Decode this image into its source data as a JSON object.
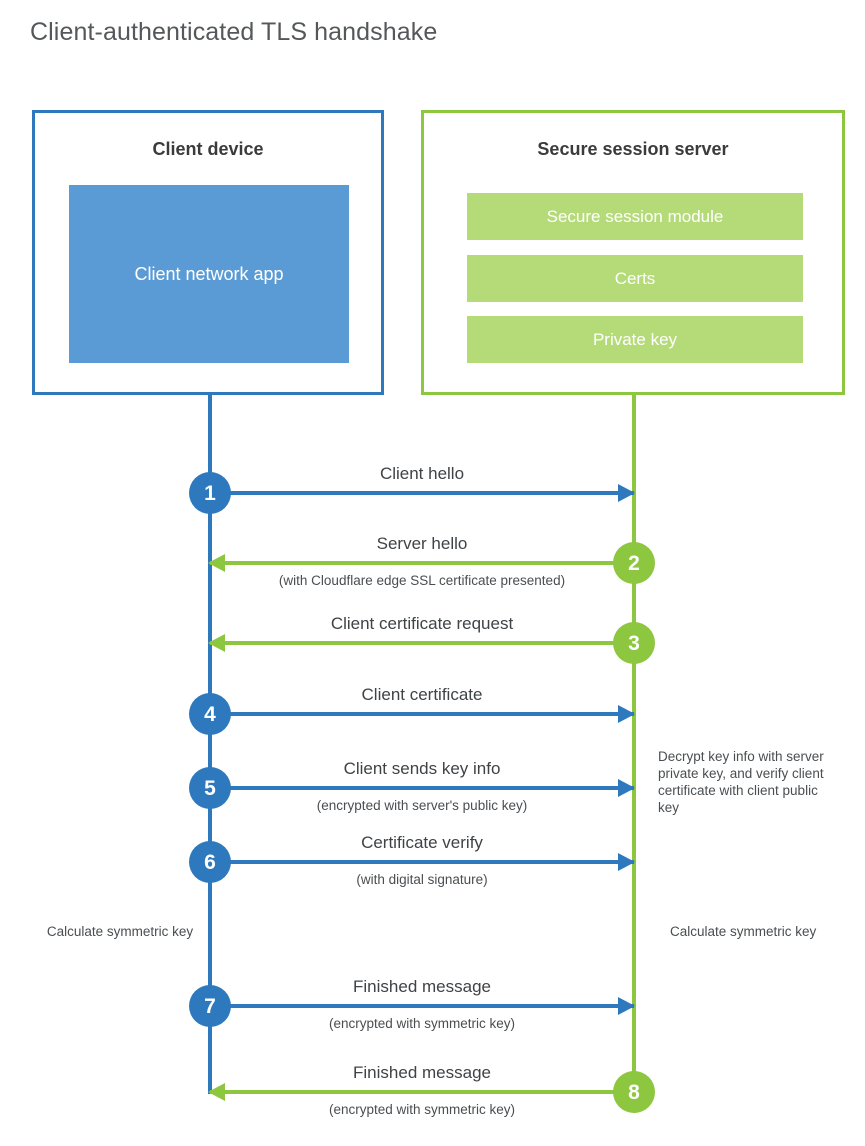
{
  "title": "Client-authenticated TLS handshake",
  "colors": {
    "client_accent": "#2E79BE",
    "server_accent": "#8DC63F",
    "client_app_fill": "#5B9BD5",
    "server_bar_fill": "#B5DB79",
    "title_text": "#55585A",
    "body_text": "#404040",
    "background": "#FFFFFF"
  },
  "actors": {
    "client": {
      "title": "Client device",
      "component": "Client network app"
    },
    "server": {
      "title": "Secure session server",
      "components": [
        "Secure session module",
        "Certs",
        "Private key"
      ]
    }
  },
  "steps": [
    {
      "number": "1",
      "label": "Client hello",
      "sub": "",
      "direction": "client-to-server",
      "origin": "client"
    },
    {
      "number": "2",
      "label": "Server hello",
      "sub": "(with Cloudflare edge SSL certificate presented)",
      "direction": "server-to-client",
      "origin": "server"
    },
    {
      "number": "3",
      "label": "Client certificate request",
      "sub": "",
      "direction": "server-to-client",
      "origin": "server"
    },
    {
      "number": "4",
      "label": "Client certificate",
      "sub": "",
      "direction": "client-to-server",
      "origin": "client"
    },
    {
      "number": "5",
      "label": "Client sends key info",
      "sub": "(encrypted with server's public key)",
      "direction": "client-to-server",
      "origin": "client"
    },
    {
      "number": "6",
      "label": "Certificate verify",
      "sub": "(with digital signature)",
      "direction": "client-to-server",
      "origin": "client"
    },
    {
      "number": "7",
      "label": "Finished message",
      "sub": "(encrypted with symmetric key)",
      "direction": "client-to-server",
      "origin": "client"
    },
    {
      "number": "8",
      "label": "Finished message",
      "sub": "(encrypted with symmetric key)",
      "direction": "server-to-client",
      "origin": "server"
    }
  ],
  "notes": {
    "decrypt": "Decrypt key info with server private key, and verify client certificate with client public key",
    "calculate_symmetric_key_client": "Calculate symmetric key",
    "calculate_symmetric_key_server": "Calculate symmetric key"
  }
}
